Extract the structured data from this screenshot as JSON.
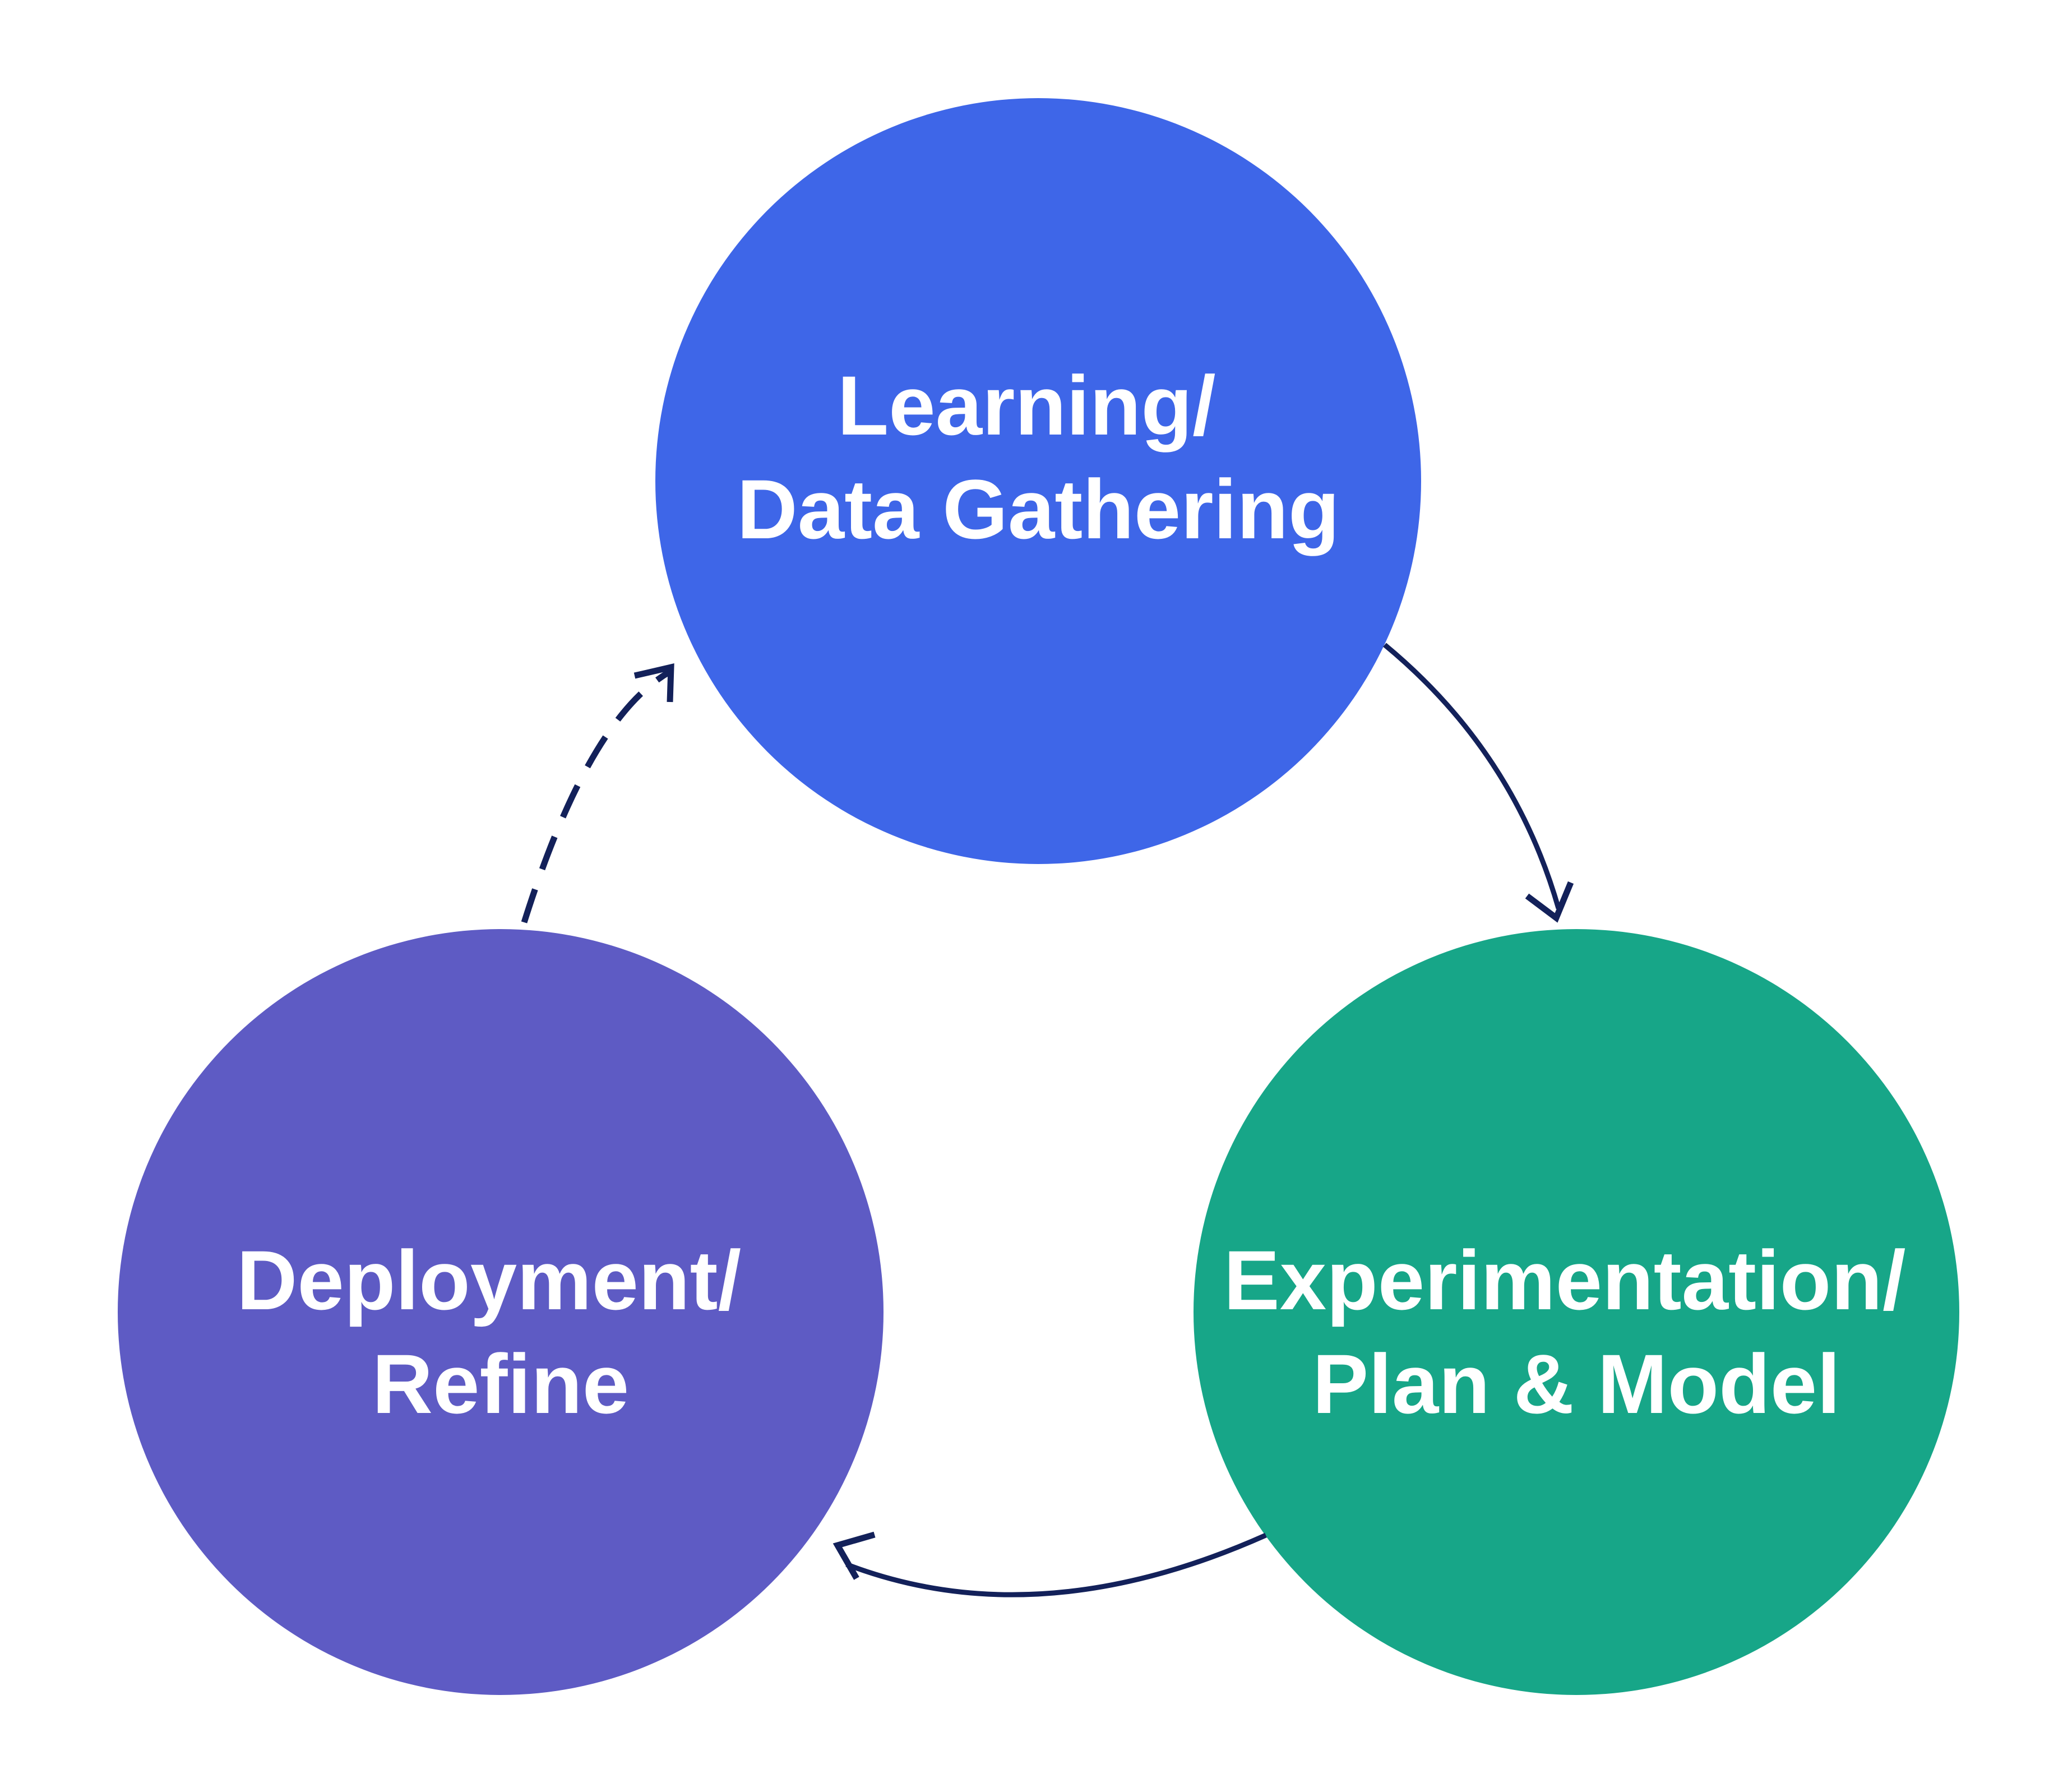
{
  "colors": {
    "background": "#ffffff",
    "learning_node": "#3E66E8",
    "experimentation_node": "#17A688",
    "deployment_node": "#5E5BC4",
    "arrow": "#13215A",
    "label_text": "#ffffff"
  },
  "nodes": {
    "learning": {
      "line1": "Learning/",
      "line2": "Data Gathering"
    },
    "experimentation": {
      "line1": "Experimentation/",
      "line2": "Plan & Model"
    },
    "deployment": {
      "line1": "Deployment/",
      "line2": "Refine"
    }
  },
  "edges": [
    {
      "from": "learning",
      "to": "experimentation",
      "style": "solid"
    },
    {
      "from": "experimentation",
      "to": "deployment",
      "style": "solid"
    },
    {
      "from": "deployment",
      "to": "learning",
      "style": "dashed"
    }
  ]
}
